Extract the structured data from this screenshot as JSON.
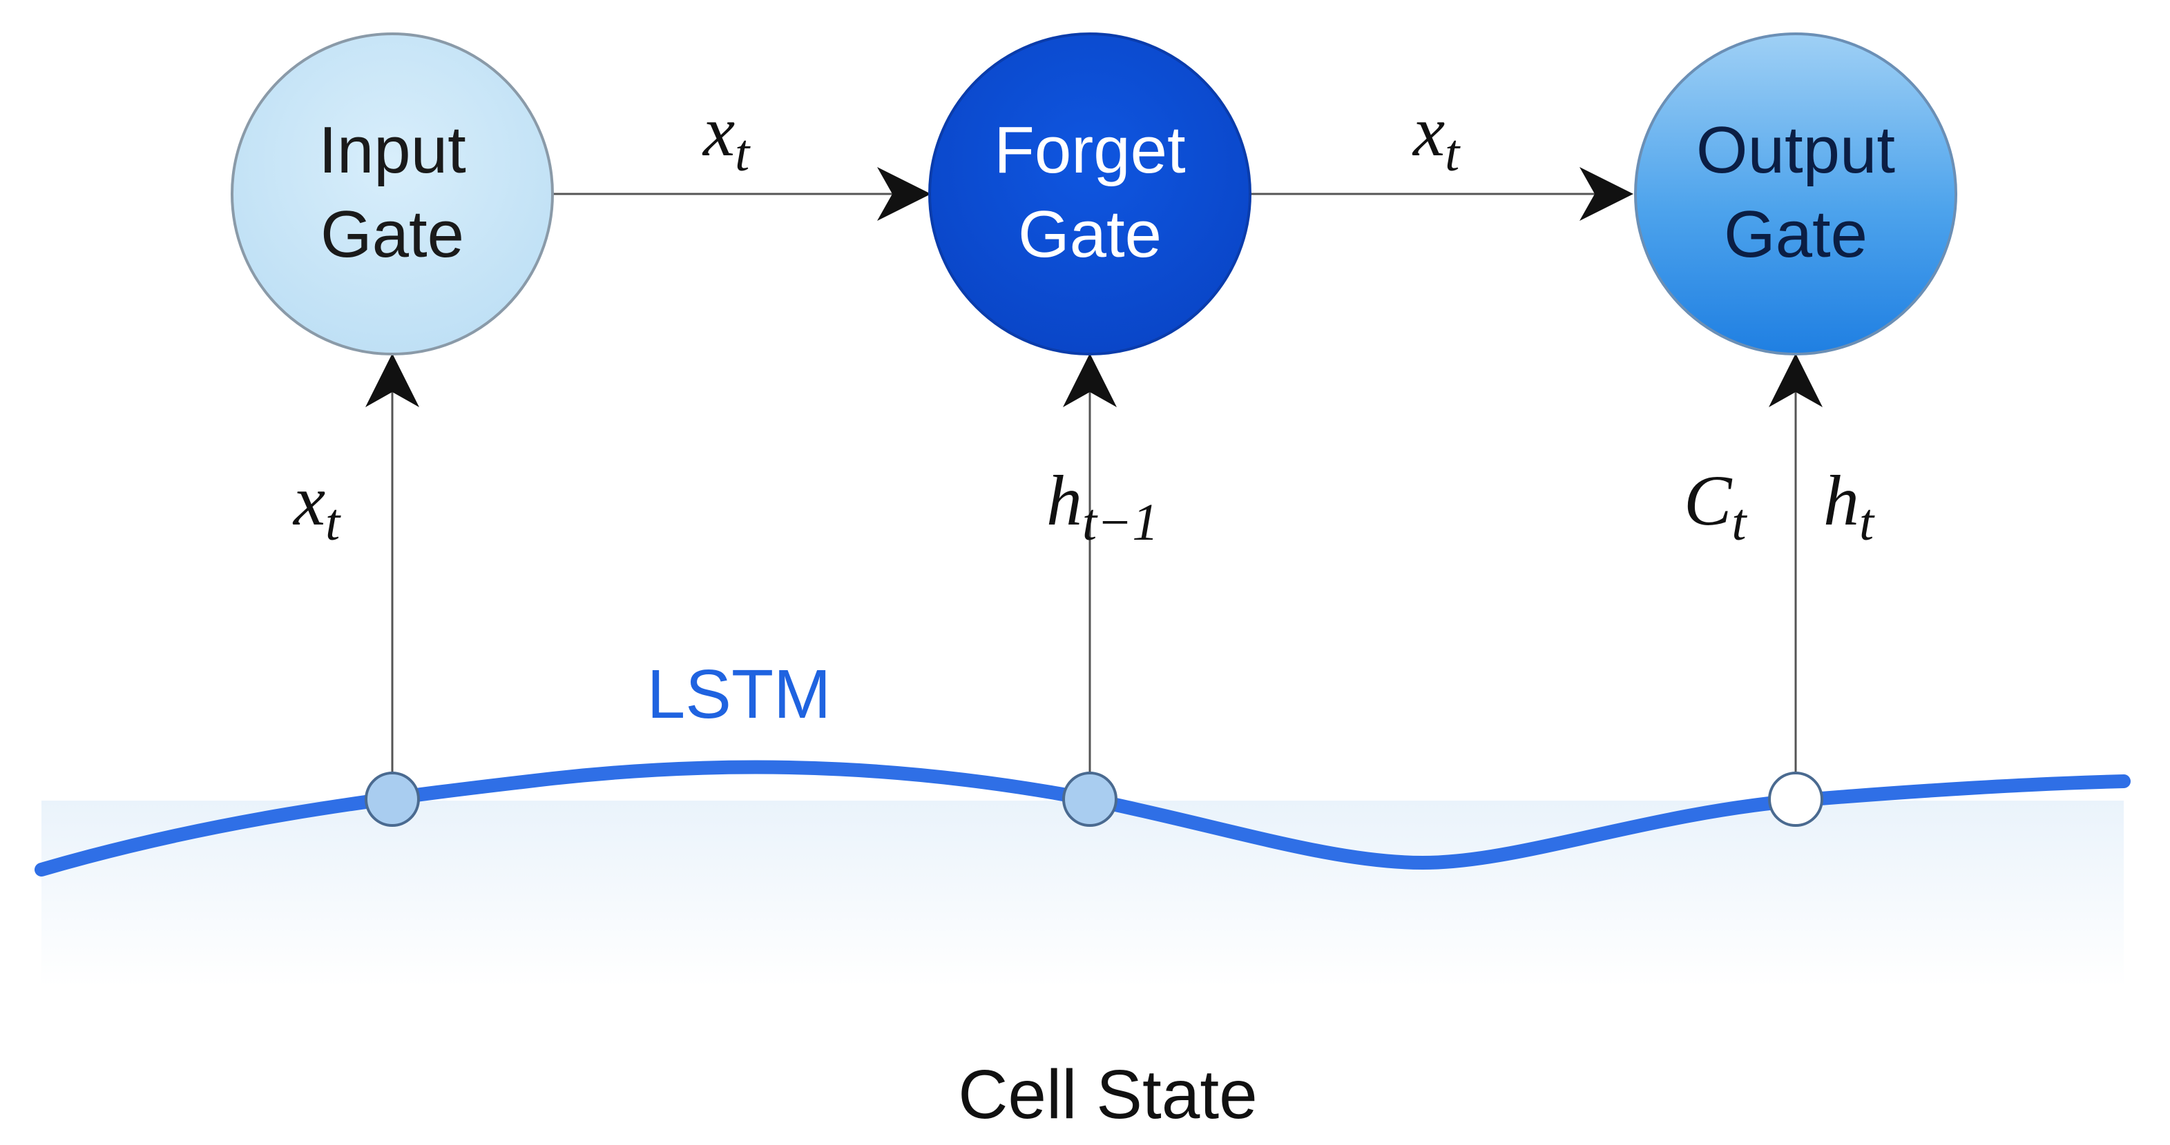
{
  "diagram": {
    "gates": [
      {
        "id": "input",
        "line1": "Input",
        "line2": "Gate",
        "fill": "#c9e6f7",
        "text_color": "#1a1a1a"
      },
      {
        "id": "forget",
        "line1": "Forget",
        "line2": "Gate",
        "fill": "#0a4fd6",
        "text_color": "#ffffff"
      },
      {
        "id": "output",
        "line1": "Output",
        "line2": "Gate",
        "fill": "#3d98e8",
        "text_color": "#0b1e44"
      }
    ],
    "edge_labels": {
      "input_to_forget": {
        "base": "x",
        "sub": "t"
      },
      "forget_to_output": {
        "base": "x",
        "sub": "t"
      }
    },
    "vertical_labels": {
      "input_in": {
        "base": "x",
        "sub": "t"
      },
      "forget_in": {
        "base": "h",
        "sub": "t−1"
      },
      "output_in_left": {
        "base": "C",
        "sub": "t"
      },
      "output_in_right": {
        "base": "h",
        "sub": "t"
      }
    },
    "lstm_label": "LSTM",
    "cell_state_label": "Cell State",
    "colors": {
      "lstm_curve": "#2f6fe6",
      "lstm_text": "#1f63e0",
      "node_fill": "#a9cdf0",
      "node_fill_last": "#ffffff",
      "arrow": "#111111",
      "band": "#eef6fc"
    }
  }
}
